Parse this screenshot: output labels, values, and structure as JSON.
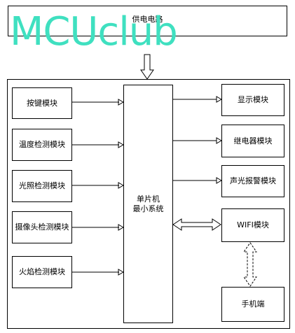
{
  "power_circuit": "供电电路",
  "watermark": "MCUclub",
  "mcu": {
    "line1": "单片机",
    "line2": "最小系统"
  },
  "inputs": [
    "按键模块",
    "温度检测模块",
    "光照检测模块",
    "摄像头检测模块",
    "火焰检测模块"
  ],
  "outputs": [
    "显示模块",
    "继电器模块",
    "声光报警模块",
    "WIFI模块"
  ],
  "phone": "手机端",
  "colors": {
    "line": "#000000",
    "watermark": "#3fe0c0"
  }
}
